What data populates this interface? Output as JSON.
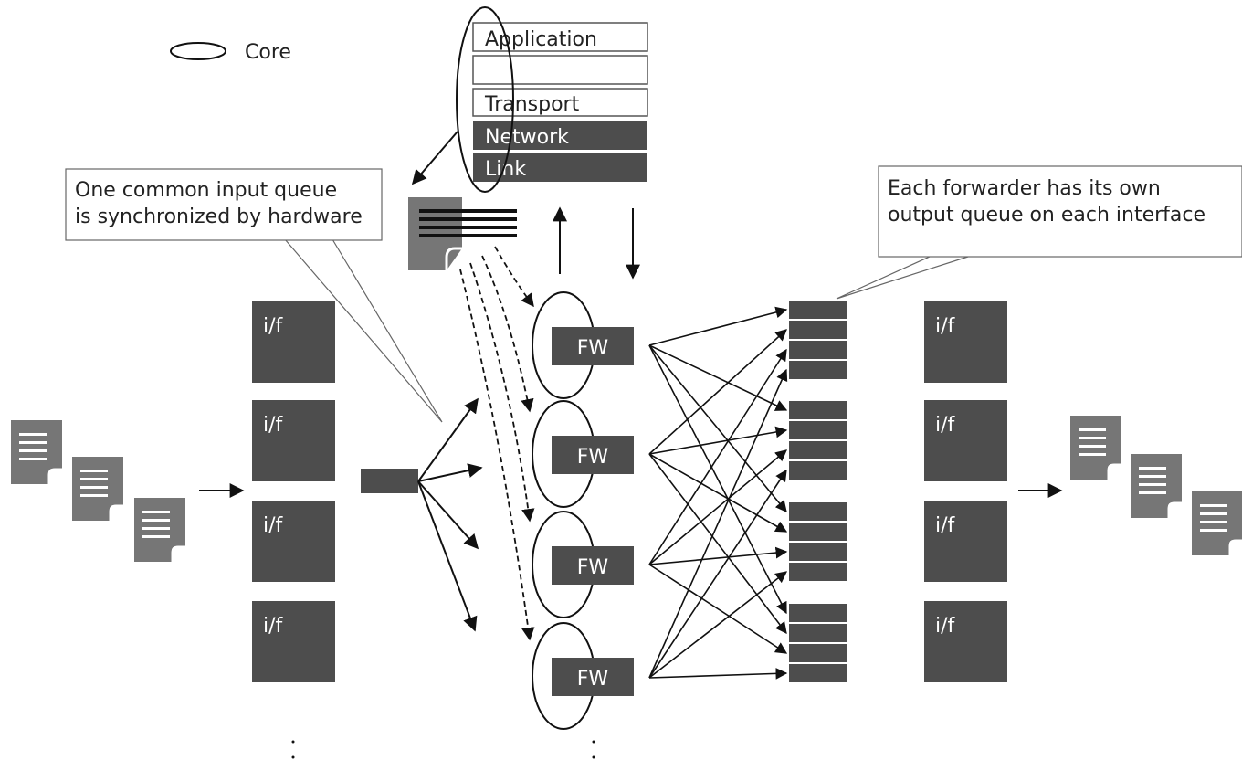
{
  "legend": {
    "core_label": "Core"
  },
  "stack": {
    "layers": [
      {
        "label": "Application",
        "style": "outline"
      },
      {
        "label": "",
        "style": "outline"
      },
      {
        "label": "Transport",
        "style": "outline"
      },
      {
        "label": "Network",
        "style": "filled"
      },
      {
        "label": "Link",
        "style": "filled"
      }
    ]
  },
  "callouts": {
    "input_queue": {
      "line1": "One common input queue",
      "line2": "is synchronized by hardware"
    },
    "output_queue": {
      "line1": "Each forwarder has its own",
      "line2": "output queue on each interface"
    }
  },
  "input_interfaces": [
    {
      "label": "i/f"
    },
    {
      "label": "i/f"
    },
    {
      "label": "i/f"
    },
    {
      "label": "i/f"
    }
  ],
  "output_interfaces": [
    {
      "label": "i/f"
    },
    {
      "label": "i/f"
    },
    {
      "label": "i/f"
    },
    {
      "label": "i/f"
    }
  ],
  "forwarders": [
    {
      "label": "FW"
    },
    {
      "label": "FW"
    },
    {
      "label": "FW"
    },
    {
      "label": "FW"
    }
  ],
  "colors": {
    "dark_fill": "#4d4d4d",
    "doc_fill": "#767676",
    "line": "#111111"
  }
}
